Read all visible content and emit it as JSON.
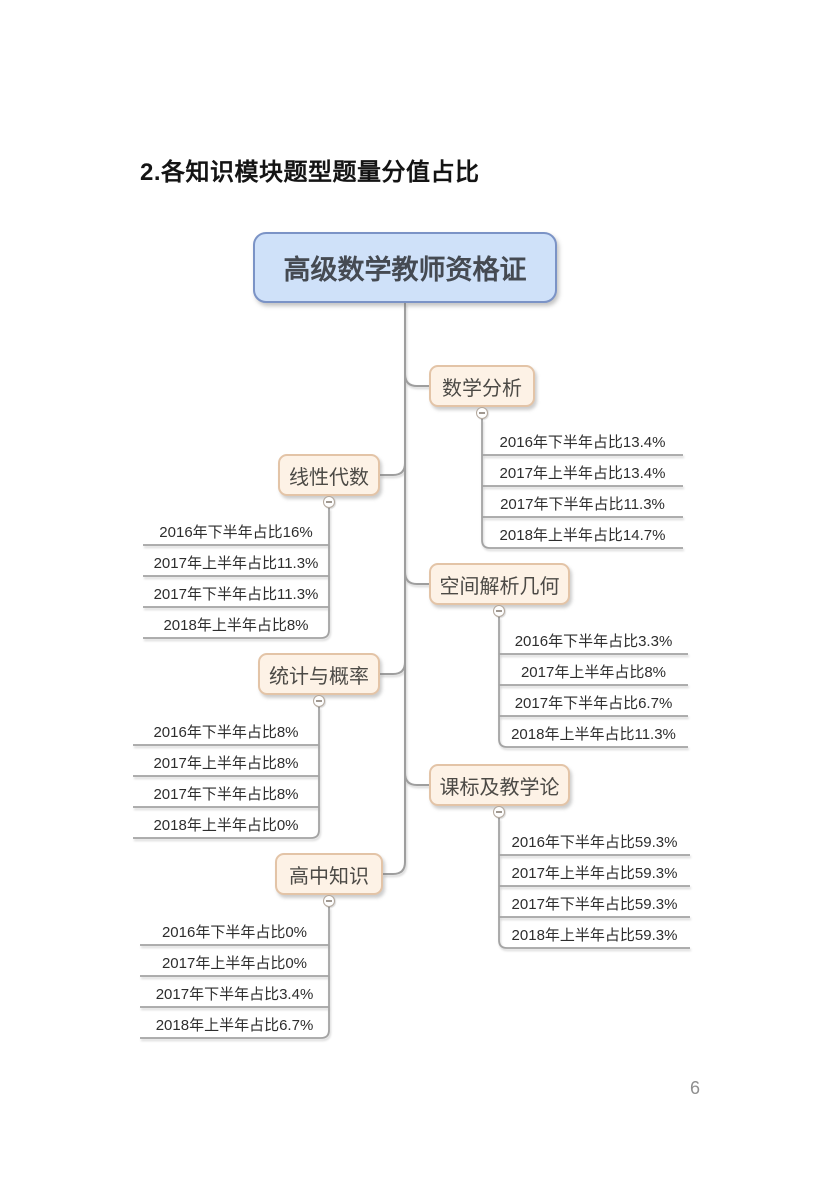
{
  "heading": "2.各知识模块题型题量分值占比",
  "footer": {
    "page_number": "6"
  },
  "colors": {
    "root_fill": "#cfe1f9",
    "root_border": "#7b93c6",
    "branch_fill": "#fdf2e6",
    "branch_border": "#e3c4a7",
    "connector_line": "#9e9e9e",
    "text_dark": "#2d2d2d"
  },
  "mindmap": {
    "root": {
      "label": "高级数学教师资格证"
    },
    "branches": [
      {
        "label": "数学分析",
        "side": "right",
        "leaves": [
          "2016年下半年占比13.4%",
          "2017年上半年占比13.4%",
          "2017年下半年占比11.3%",
          "2018年上半年占比14.7%"
        ]
      },
      {
        "label": "线性代数",
        "side": "left",
        "leaves": [
          "2016年下半年占比16%",
          "2017年上半年占比11.3%",
          "2017年下半年占比11.3%",
          "2018年上半年占比8%"
        ]
      },
      {
        "label": "空间解析几何",
        "side": "right",
        "leaves": [
          "2016年下半年占比3.3%",
          "2017年上半年占比8%",
          "2017年下半年占比6.7%",
          "2018年上半年占比11.3%"
        ]
      },
      {
        "label": "统计与概率",
        "side": "left",
        "leaves": [
          "2016年下半年占比8%",
          "2017年上半年占比8%",
          "2017年下半年占比8%",
          "2018年上半年占比0%"
        ]
      },
      {
        "label": "课标及教学论",
        "side": "right",
        "leaves": [
          "2016年下半年占比59.3%",
          "2017年上半年占比59.3%",
          "2017年下半年占比59.3%",
          "2018年上半年占比59.3%"
        ]
      },
      {
        "label": "高中知识",
        "side": "left",
        "leaves": [
          "2016年下半年占比0%",
          "2017年上半年占比0%",
          "2017年下半年占比3.4%",
          "2018年上半年占比6.7%"
        ]
      }
    ]
  }
}
